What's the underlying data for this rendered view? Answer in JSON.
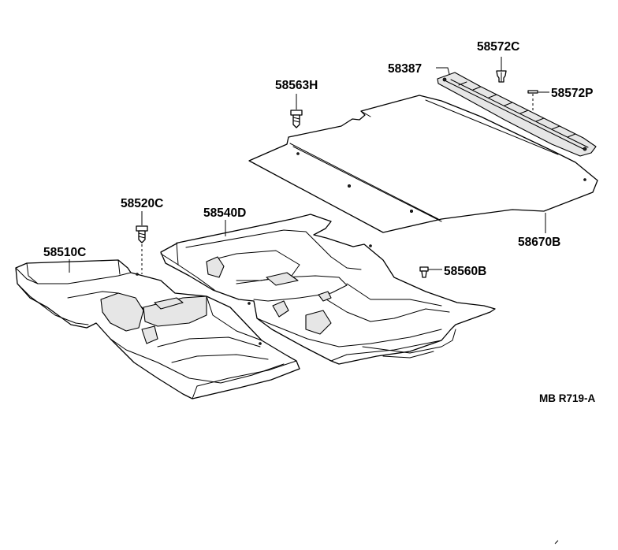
{
  "labels": {
    "p58572C": "58572C",
    "p58387": "58387",
    "p58572P": "58572P",
    "p58563H": "58563H",
    "p58520C": "58520C",
    "p58540D": "58540D",
    "p58510C": "58510C",
    "p58560B": "58560B",
    "p58670B": "58670B"
  },
  "diagram_code": "MB R719-A"
}
